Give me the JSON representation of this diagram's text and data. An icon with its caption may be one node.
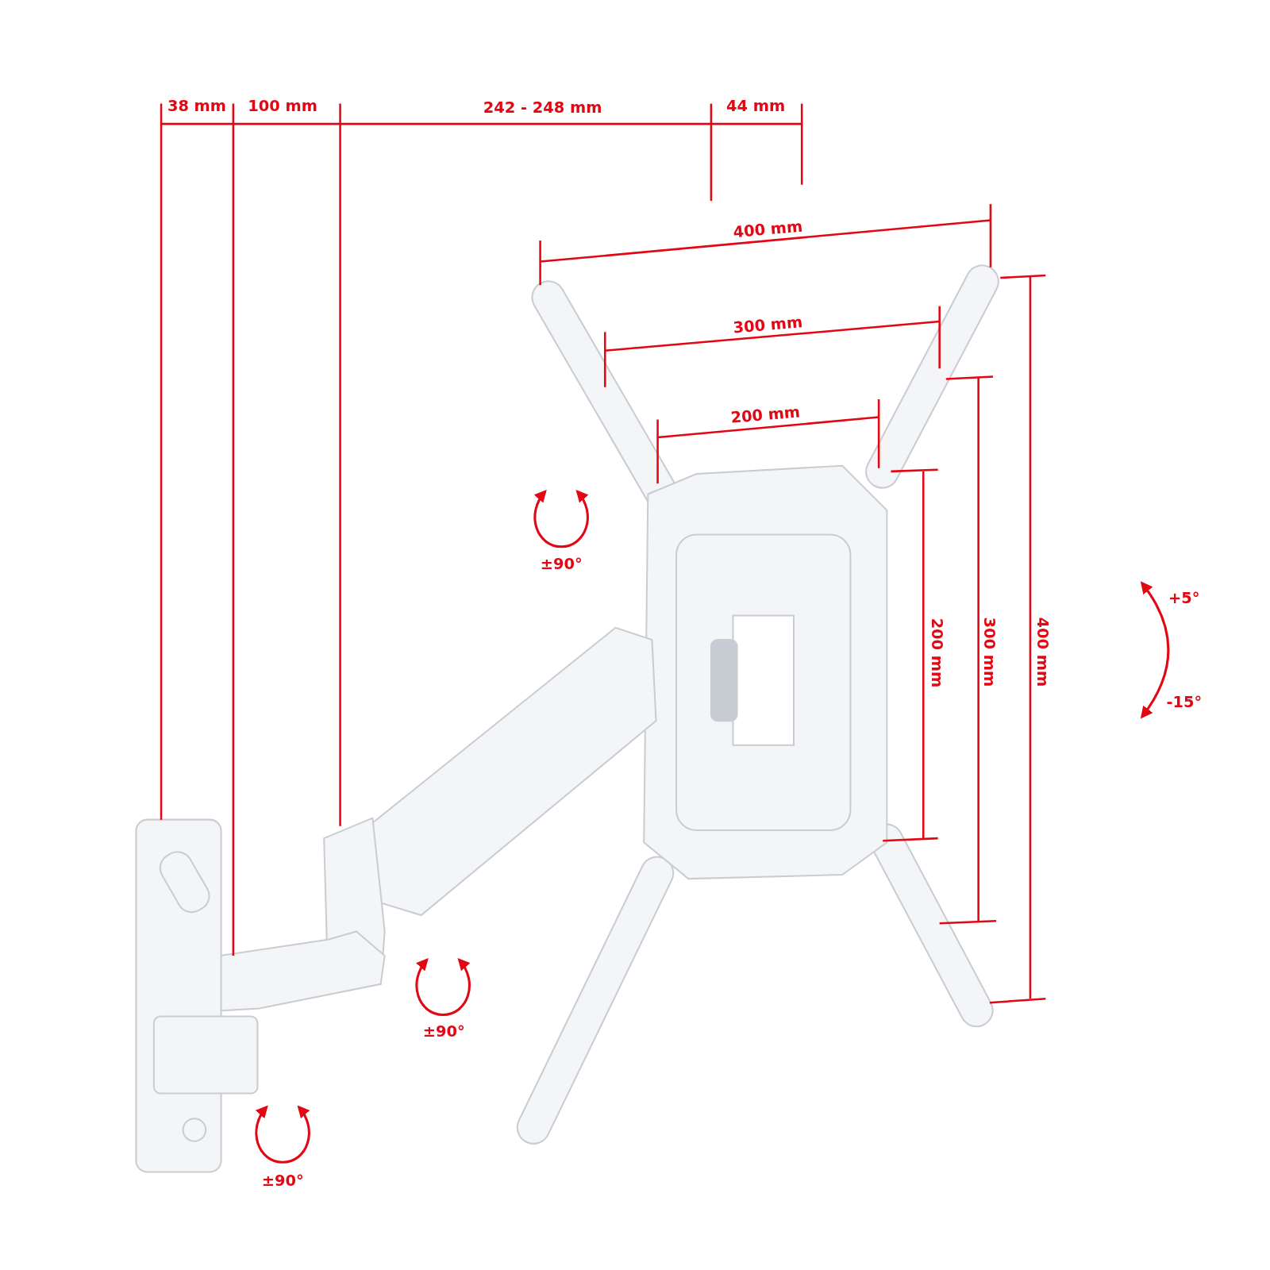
{
  "diagram": {
    "labels": [
      "38 mm",
      "100 mm",
      "242 - 248 mm",
      "44 mm",
      "400 mm",
      "300 mm",
      "200 mm",
      "±90°",
      "+5°",
      "200 mm",
      "300 mm",
      "400 mm",
      "-15°",
      "±90°",
      "±90°"
    ]
  }
}
